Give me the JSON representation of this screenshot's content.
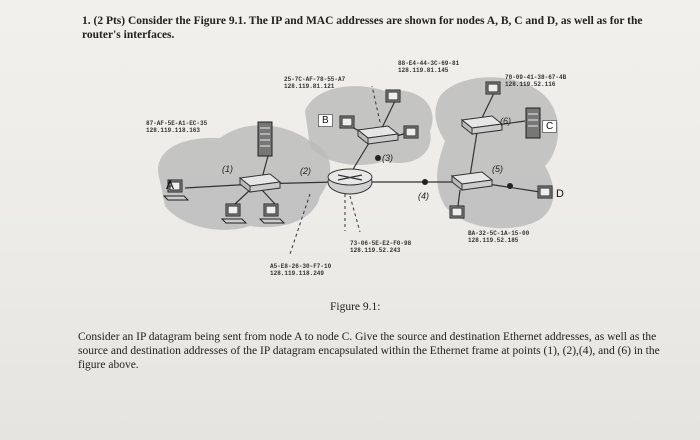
{
  "question": {
    "text": "1. (2 Pts) Consider the Figure 9.1. The IP and MAC addresses are shown for nodes A, B, C and D, as well as for the router's interfaces."
  },
  "figure": {
    "caption": "Figure 9.1:",
    "addresses": {
      "a_mac": "87-AF-5E-A1-EC-35",
      "a_ip": "128.119.118.163",
      "b_mac": "25-7C-AF-78-55-A7",
      "b_ip": "128.119.81.121",
      "router_top_mac": "88-E4-44-3C-69-81",
      "router_top_ip": "128.119.81.145",
      "c_mac": "70-09-41-38-67-4B",
      "c_ip": "128.119.52.116",
      "d_mac": "BA-32-5C-1A-15-00",
      "d_ip": "128.119.52.185",
      "router_right_mac": "73-06-5E-E2-F0-98",
      "router_right_ip": "128.119.52.243",
      "router_left_mac": "A5-E8-26-30-F7-10",
      "router_left_ip": "128.119.118.249"
    },
    "nodes": {
      "a": "A",
      "b": "B",
      "c": "C",
      "d": "D"
    },
    "points": {
      "p1": "(1)",
      "p2": "(2)",
      "p3": "(3)",
      "p4": "(4)",
      "p5": "(5)",
      "p6": "(6)"
    }
  },
  "task": {
    "text": "Consider an IP datagram being sent from node A to node C. Give the source and destination Ethernet addresses, as well as the source and destination addresses of the IP datagram encapsulated within the Ethernet frame at points (1), (2),(4), and (6) in the figure above."
  }
}
